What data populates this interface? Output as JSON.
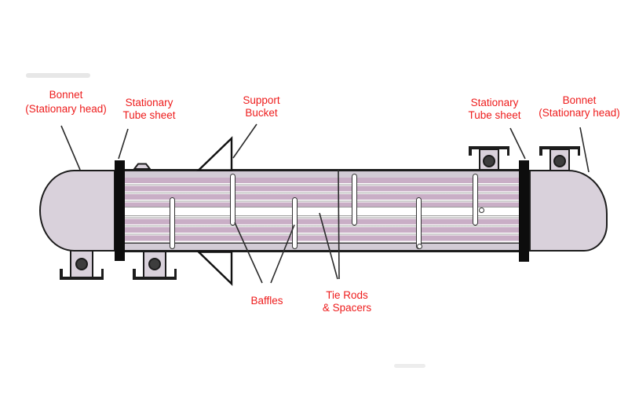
{
  "diagram": {
    "type": "shell-and-tube-heat-exchanger",
    "labels": {
      "bonnet_left": {
        "line1": "Bonnet",
        "line2": "(Stationary head)"
      },
      "tube_sheet_left": {
        "line1": "Stationary",
        "line2": "Tube sheet"
      },
      "support_bucket": {
        "line1": "Support",
        "line2": "Bucket"
      },
      "tube_sheet_right": {
        "line1": "Stationary",
        "line2": "Tube sheet"
      },
      "bonnet_right": {
        "line1": "Bonnet",
        "line2": "(Stationary head)"
      },
      "baffles": {
        "line1": "Baffles"
      },
      "tie_rods": {
        "line1": "Tie Rods",
        "line2": "& Spacers"
      }
    },
    "colors": {
      "label_text": "#ee1c1c",
      "vessel_fill": "#d9d1db",
      "shell_band": "#d2cbd5",
      "tube_fill": "#c9aec6",
      "outline": "#1c1c1c",
      "nozzle_hole": "#3d3d3d",
      "tube_sheet": "#0d0d0d"
    }
  }
}
